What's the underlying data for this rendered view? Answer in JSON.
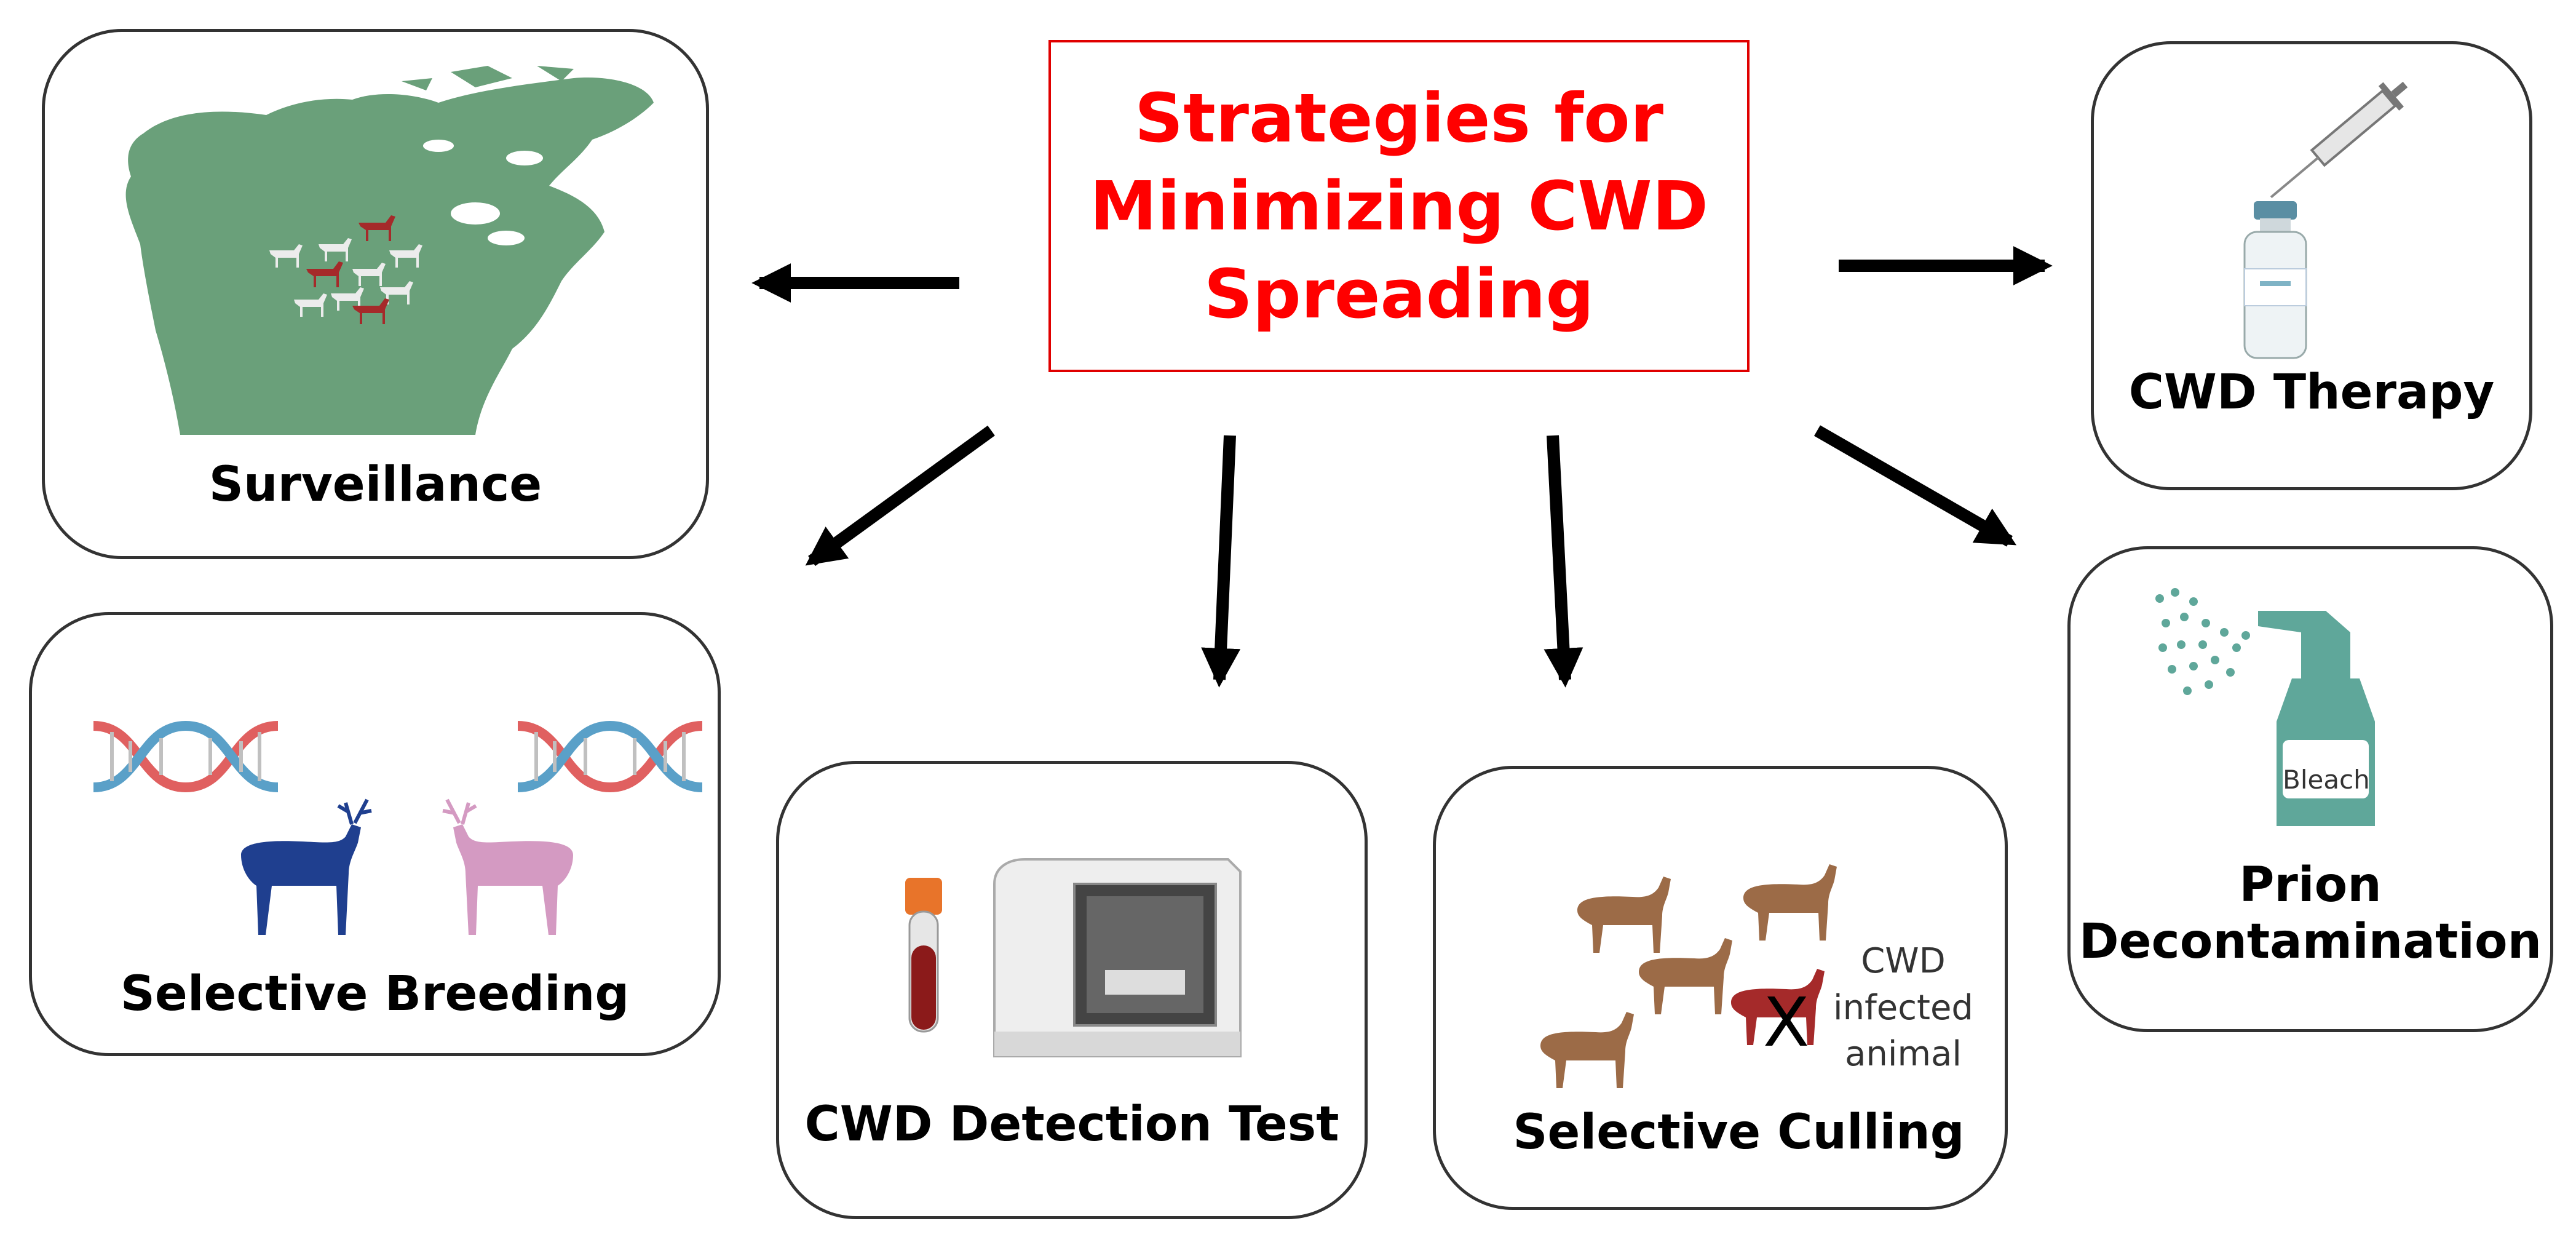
{
  "title": {
    "lines": [
      "Strategies for",
      "Minimizing CWD",
      "Spreading"
    ],
    "color": "#ff0000"
  },
  "boxes": {
    "surveillance": {
      "label": "Surveillance"
    },
    "selective_breeding": {
      "label": "Selective Breeding"
    },
    "detection_test": {
      "label": "CWD Detection Test"
    },
    "selective_culling": {
      "label": "Selective Culling",
      "note_lines": [
        "CWD",
        "infected",
        "animal"
      ],
      "mark": "X"
    },
    "therapy": {
      "label": "CWD Therapy"
    },
    "decontamination": {
      "label_lines": [
        "Prion",
        "Decontamination"
      ],
      "bottle_text": "Bleach"
    }
  },
  "colors": {
    "map_green": "#6aa07a",
    "deer_red": "#a52a2a",
    "deer_white": "#ececec",
    "deer_brown": "#9c6b47",
    "deer_blue": "#1f3f8f",
    "deer_pink": "#d49ac2",
    "bottle_teal": "#5fa79a"
  }
}
